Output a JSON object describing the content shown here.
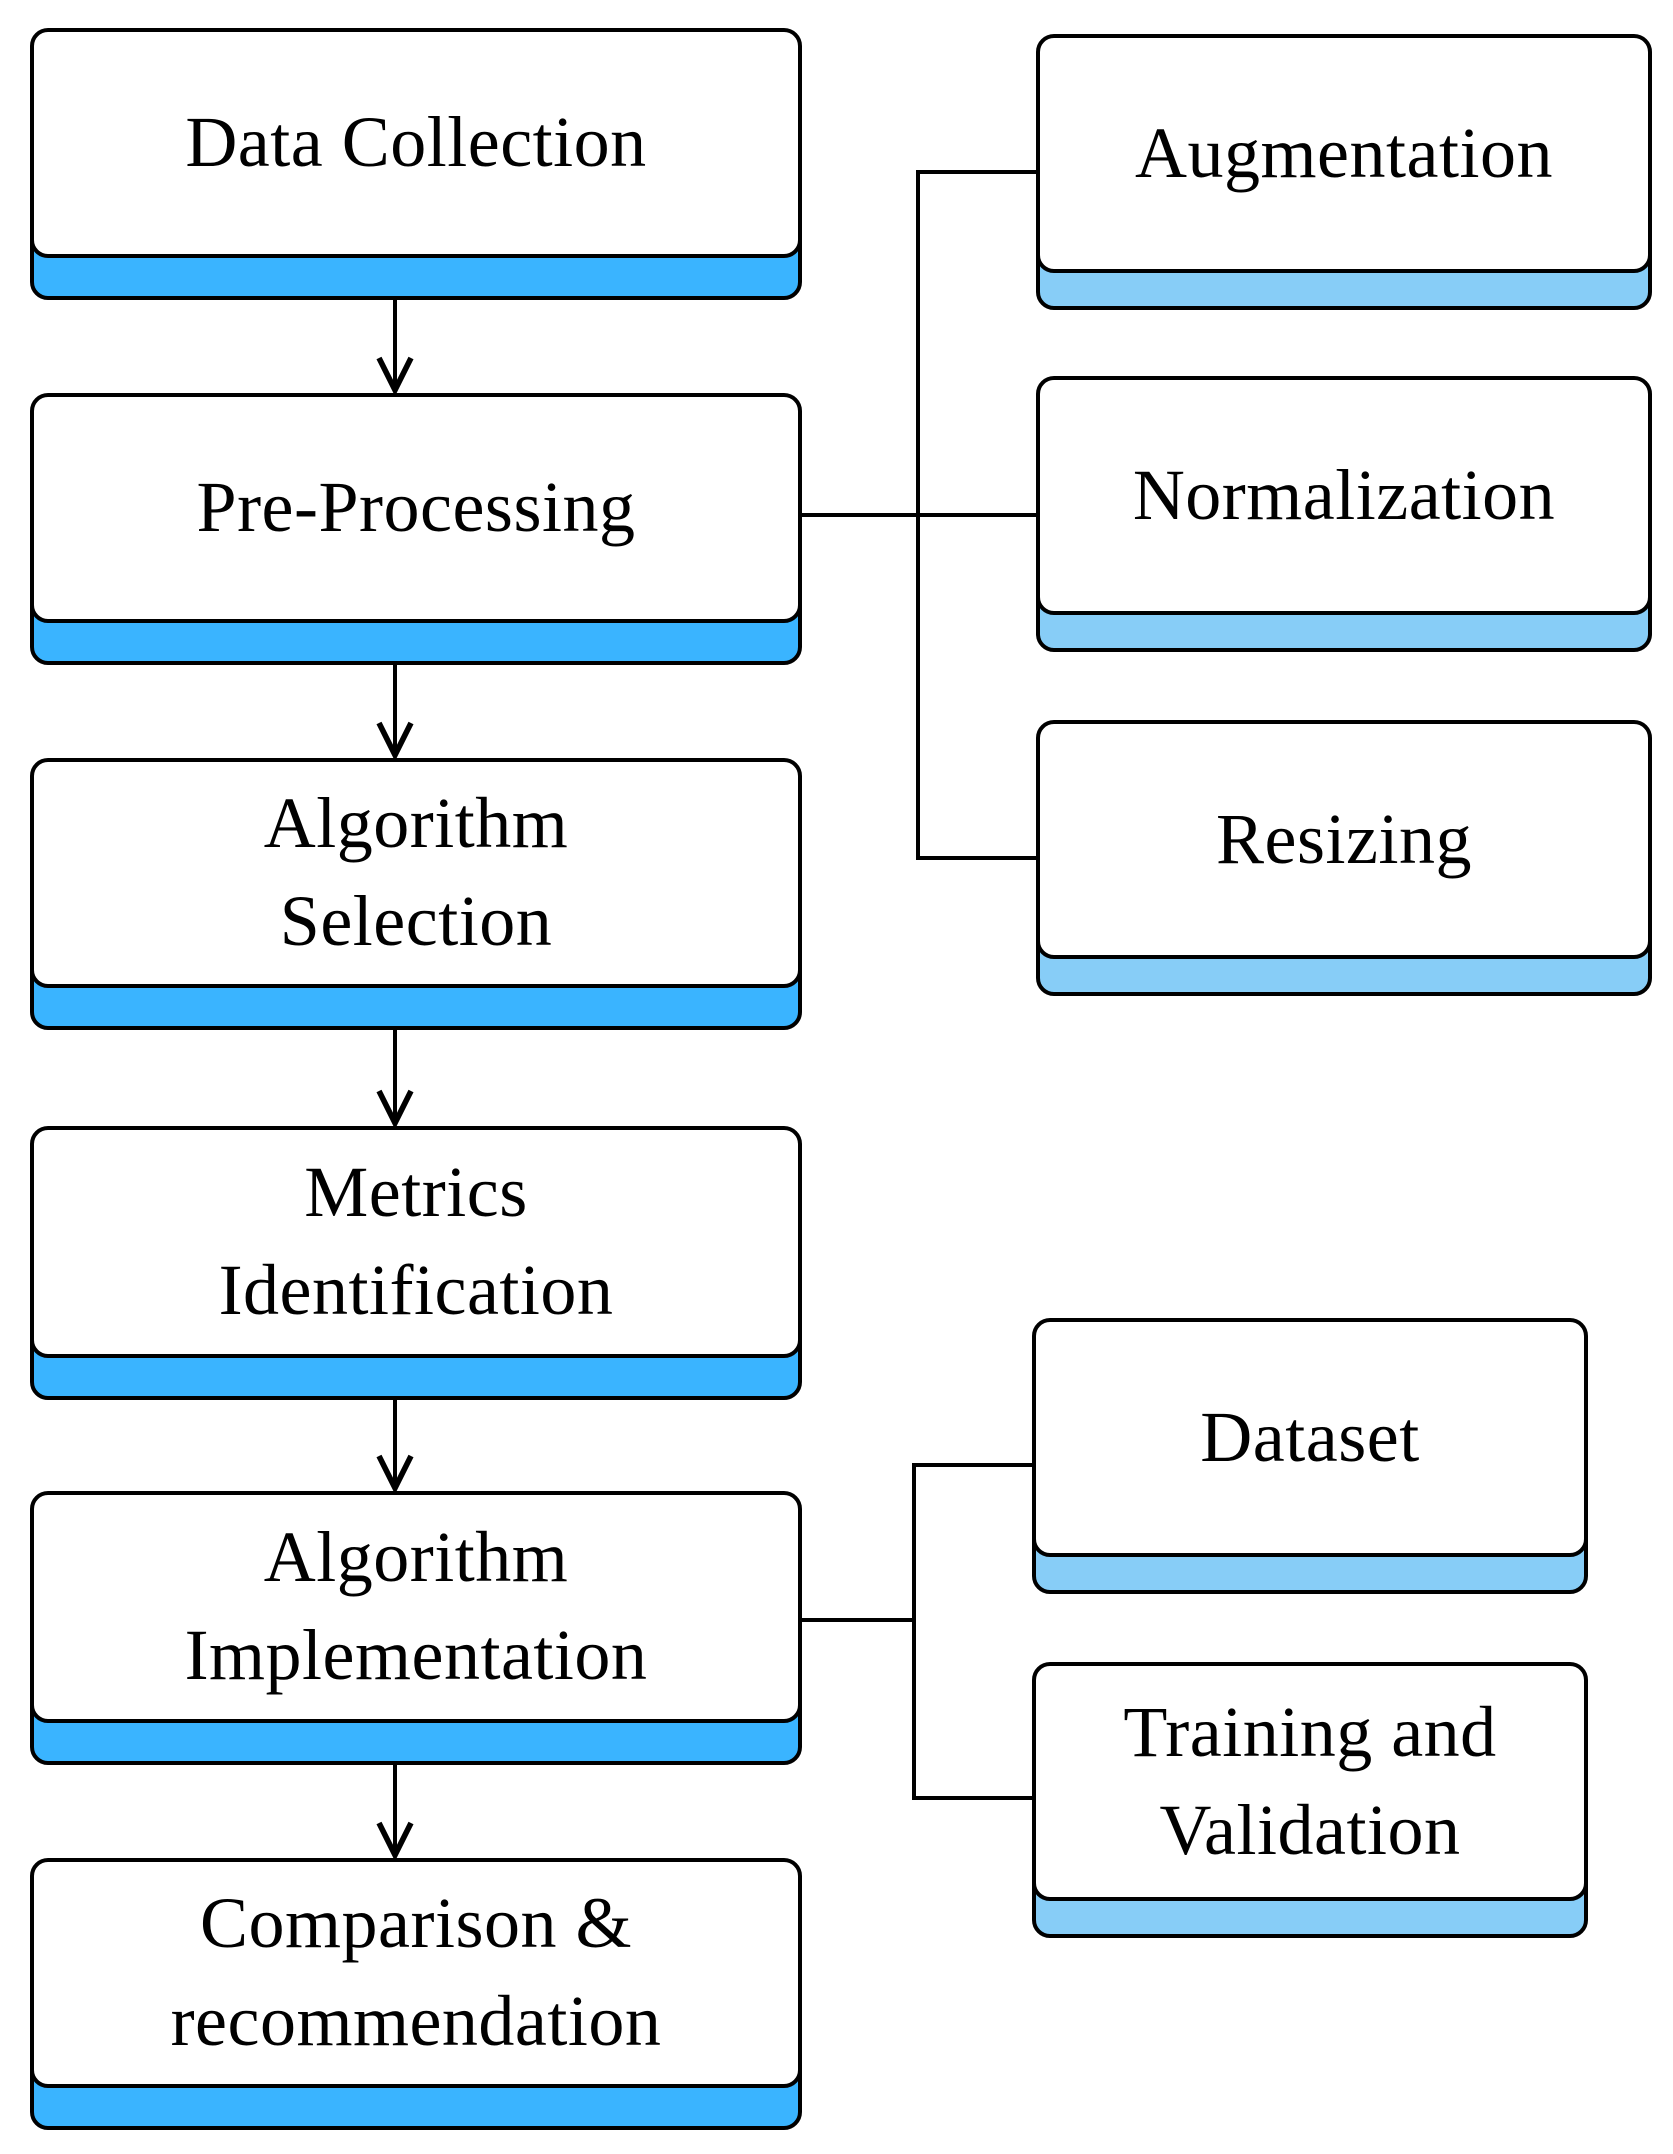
{
  "diagram": {
    "main_steps": [
      {
        "id": "data-collection",
        "label": "Data Collection"
      },
      {
        "id": "pre-processing",
        "label": "Pre-Processing"
      },
      {
        "id": "algorithm-selection",
        "label": "Algorithm\nSelection"
      },
      {
        "id": "metrics-identification",
        "label": "Metrics\nIdentification"
      },
      {
        "id": "algorithm-implementation",
        "label": "Algorithm\nImplementation"
      },
      {
        "id": "comparison-recommendation",
        "label": "Comparison &\nrecommendation"
      }
    ],
    "preprocessing_substeps": [
      {
        "id": "augmentation",
        "label": "Augmentation"
      },
      {
        "id": "normalization",
        "label": "Normalization"
      },
      {
        "id": "resizing",
        "label": "Resizing"
      }
    ],
    "implementation_substeps": [
      {
        "id": "dataset",
        "label": "Dataset"
      },
      {
        "id": "training-validation",
        "label": "Training and\nValidation"
      }
    ],
    "colors": {
      "main_accent": "#3ab4ff",
      "sub_accent": "#87cdf7",
      "border": "#000000",
      "box_fill": "#ffffff"
    }
  }
}
